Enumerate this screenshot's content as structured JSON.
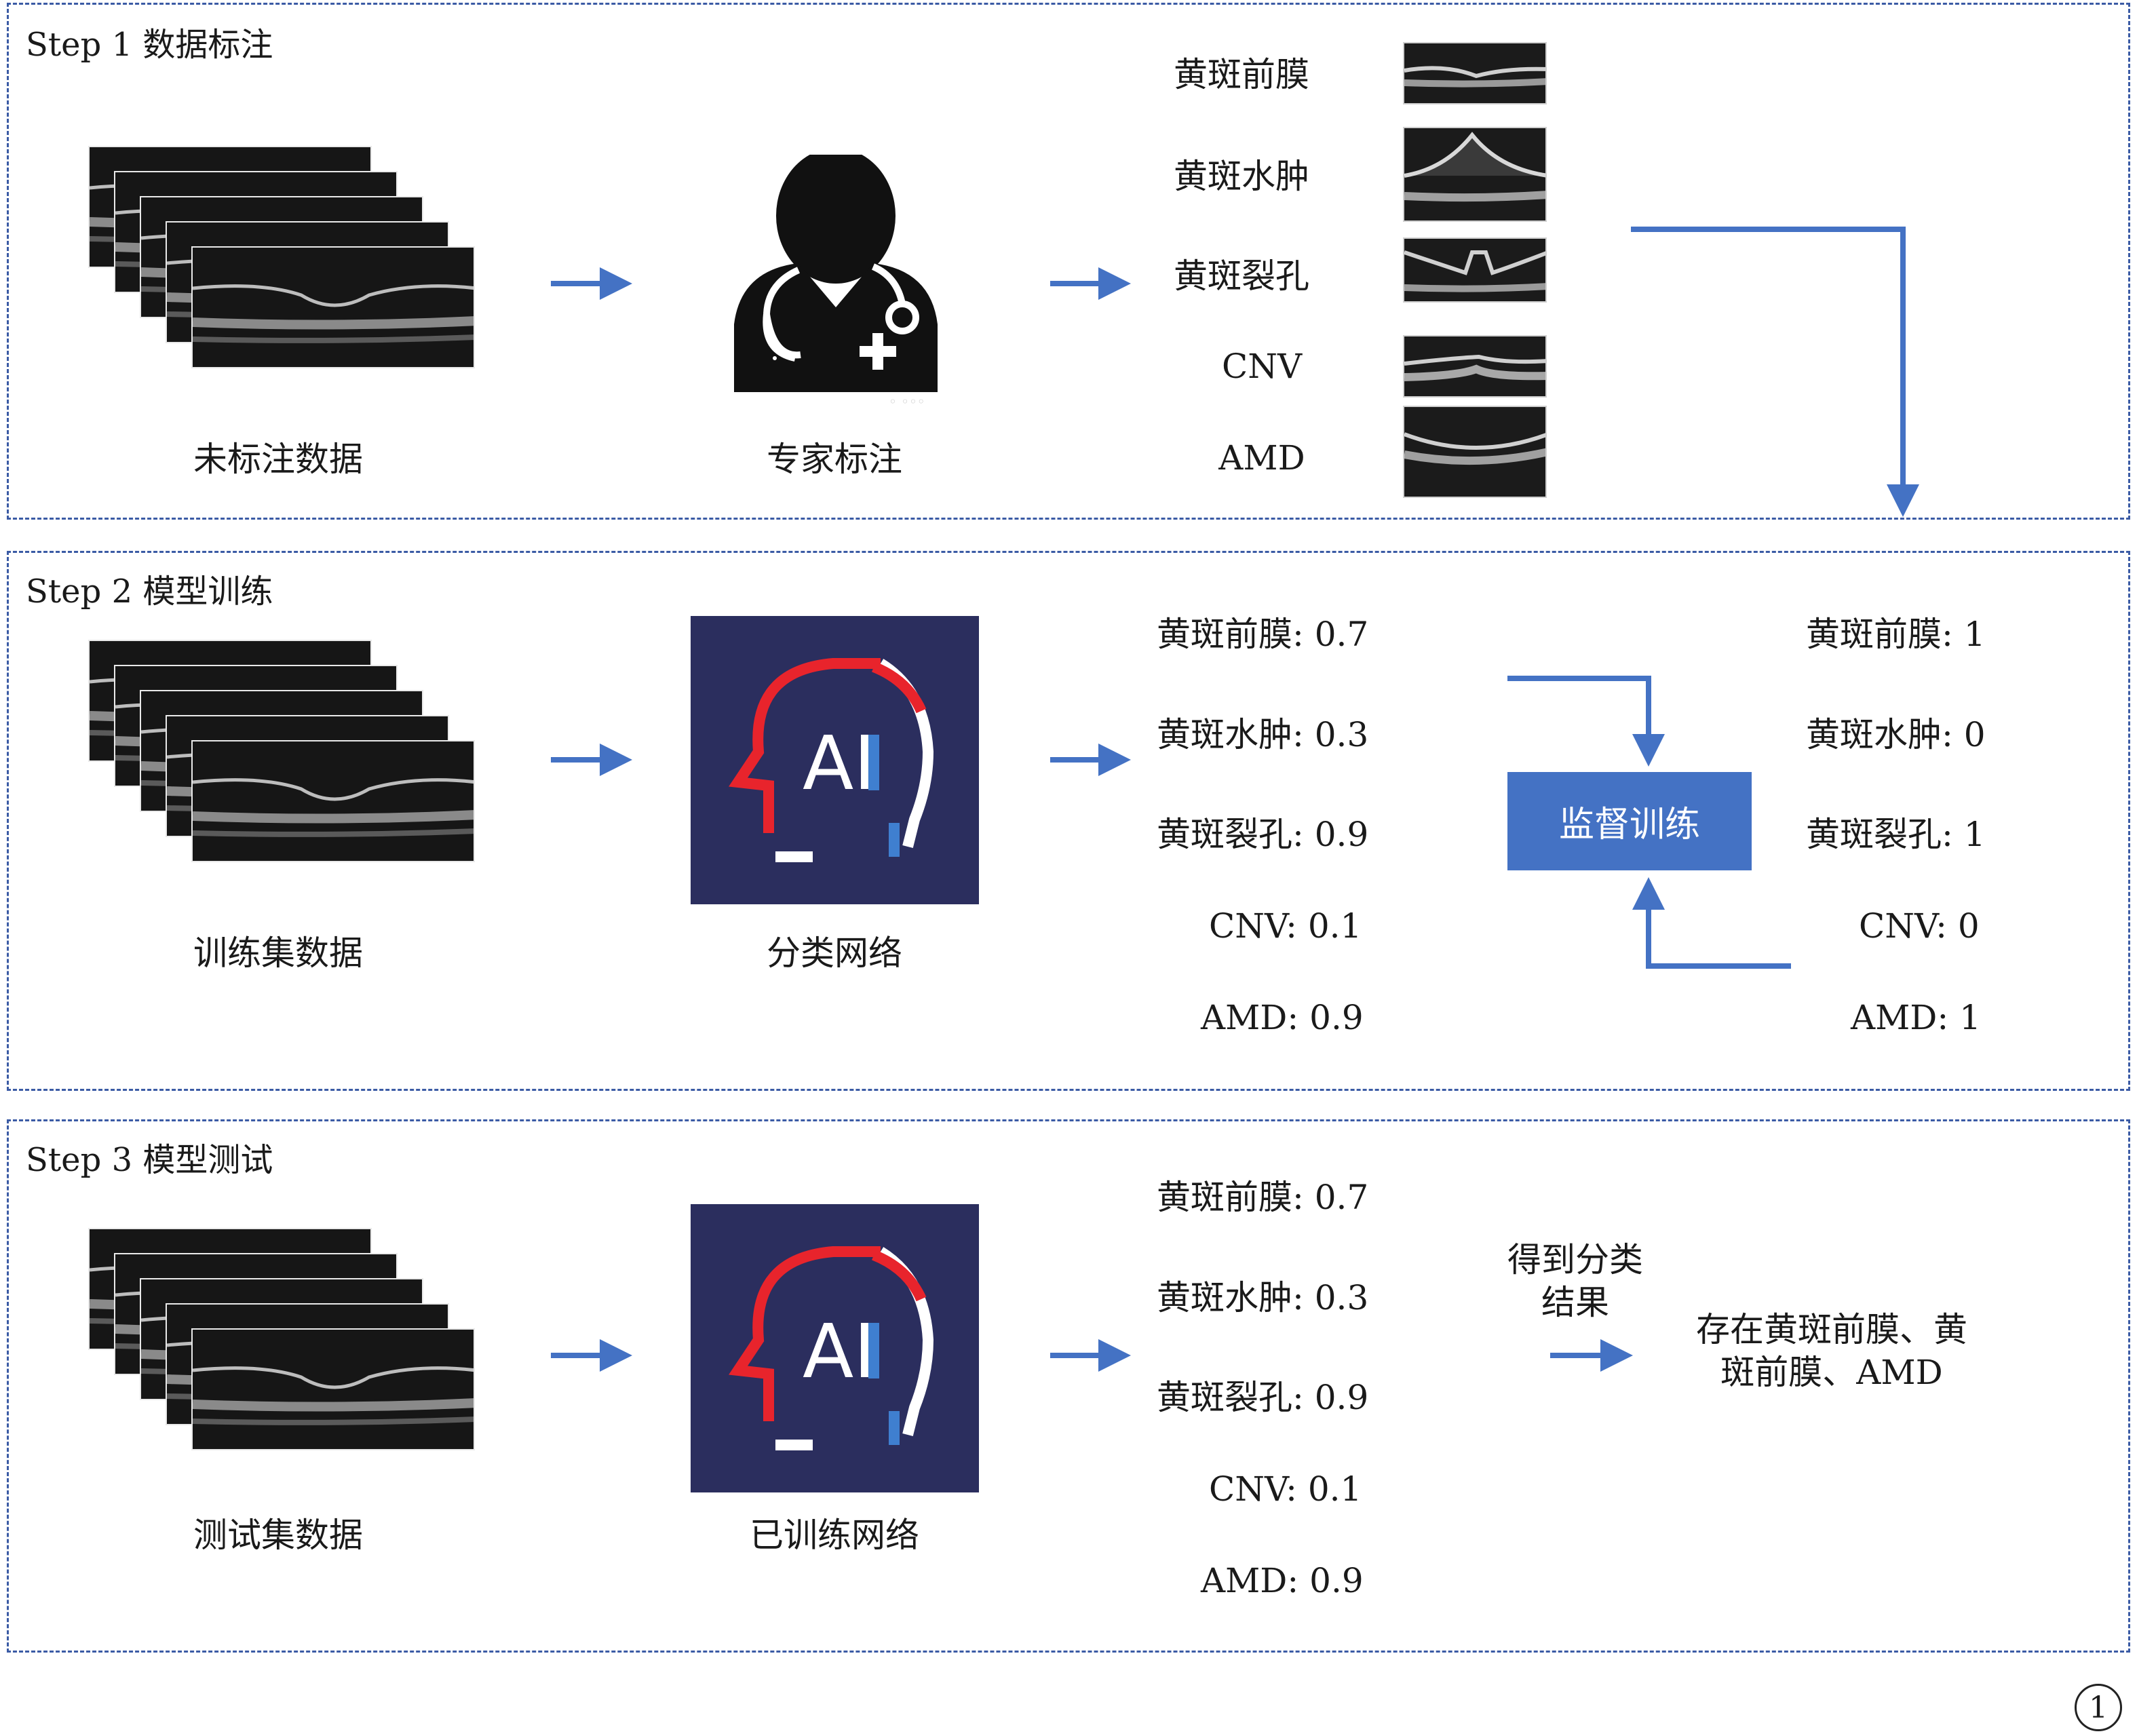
{
  "figure_number": "1",
  "step1": {
    "title": "Step 1 数据标注",
    "unlabeled_caption": "未标注数据",
    "expert_caption": "专家标注",
    "categories": [
      "黄斑前膜",
      "黄斑水肿",
      "黄斑裂孔",
      "CNV",
      "AMD"
    ]
  },
  "step2": {
    "title": "Step 2 模型训练",
    "train_caption": "训练集数据",
    "network_caption": "分类网络",
    "ai_text": "AI",
    "predictions": [
      "黄斑前膜: 0.7",
      "黄斑水肿: 0.3",
      "黄斑裂孔: 0.9",
      "CNV: 0.1",
      "AMD: 0.9"
    ],
    "supervise_label": "监督训练",
    "ground_truth": [
      "黄斑前膜: 1",
      "黄斑水肿: 0",
      "黄斑裂孔: 1",
      "CNV: 0",
      "AMD: 1"
    ]
  },
  "step3": {
    "title": "Step 3 模型测试",
    "test_caption": "测试集数据",
    "network_caption": "已训练网络",
    "ai_text": "AI",
    "predictions": [
      "黄斑前膜: 0.7",
      "黄斑水肿: 0.3",
      "黄斑裂孔: 0.9",
      "CNV: 0.1",
      "AMD: 0.9"
    ],
    "result_label_line1": "得到分类",
    "result_label_line2": "结果",
    "result_line1": "存在黄斑前膜、黄",
    "result_line2": "斑前膜、AMD"
  },
  "colors": {
    "border": "#3b5ba5",
    "arrow": "#4472c4",
    "supervise_box": "#4472c4",
    "ai_background": "#2b2e5e",
    "ai_red": "#e8242c",
    "ai_blue": "#3f7fd0"
  }
}
